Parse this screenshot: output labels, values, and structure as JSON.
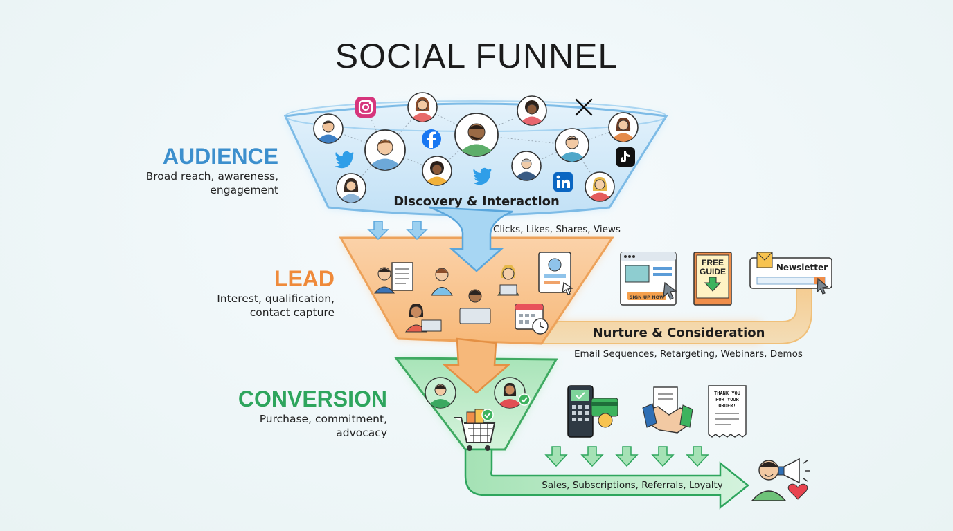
{
  "title": "SOCIAL FUNNEL",
  "colors": {
    "audience": "#3c8fcd",
    "lead": "#ef8a3a",
    "conversion": "#2ea55d"
  },
  "stages": [
    {
      "name": "AUDIENCE",
      "description": [
        "Broad reach, awareness,",
        "engagement"
      ],
      "funnel_label": "Discovery & Interaction",
      "flow_label": "Clicks, Likes, Shares, Views"
    },
    {
      "name": "LEAD",
      "description": [
        "Interest, qualification,",
        "contact capture"
      ],
      "funnel_label": "Nurture & Consideration",
      "flow_label": "Email Sequences, Retargeting, Webinars, Demos"
    },
    {
      "name": "CONVERSION",
      "description": [
        "Purchase, commitment,",
        "advocacy"
      ],
      "flow_label": "Sales, Subscriptions, Referrals, Loyalty"
    }
  ],
  "lead_magnets": {
    "landing_page_button": "SIGN UP NOW",
    "guide_text": [
      "FREE",
      "GUIDE"
    ],
    "newsletter": "Newsletter"
  },
  "receipt_text": [
    "THANK YOU",
    "FOR YOUR",
    "ORDER!"
  ],
  "icons": {
    "audience": [
      "instagram-icon",
      "facebook-icon",
      "x-icon",
      "twitter-icon",
      "tiktok-icon",
      "linkedin-icon"
    ],
    "lead": [
      "form-icon",
      "profile-card-icon",
      "calendar-icon",
      "landing-page-icon",
      "guide-book-icon",
      "newsletter-icon"
    ],
    "conversion": [
      "shopping-cart-icon",
      "payment-terminal-icon",
      "handshake-icon",
      "receipt-icon",
      "megaphone-icon",
      "heart-icon"
    ]
  }
}
